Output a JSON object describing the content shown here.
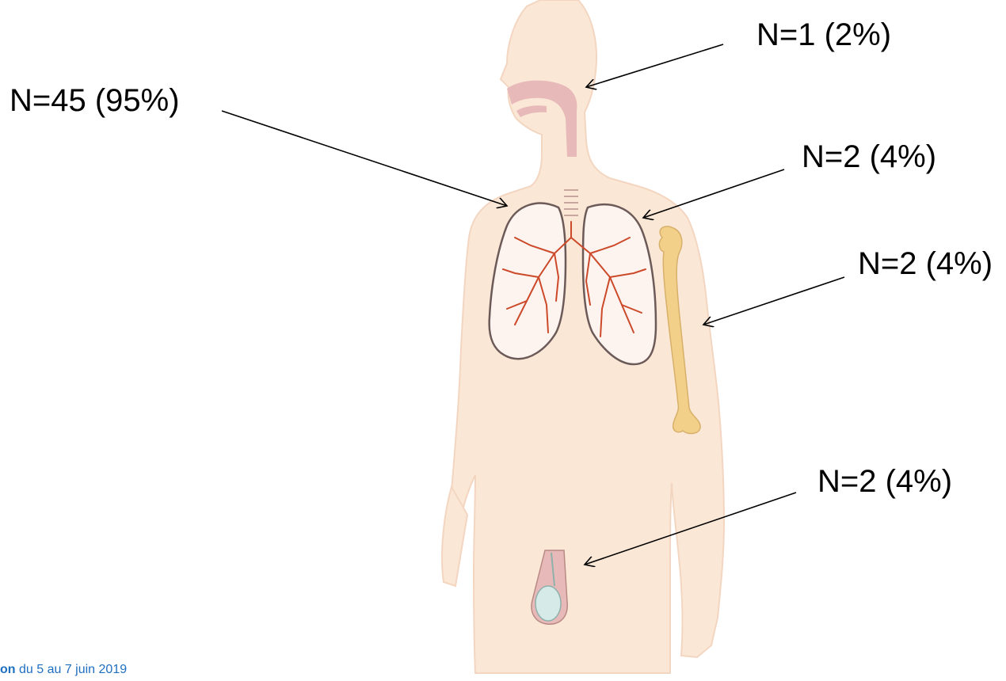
{
  "annotations": [
    {
      "id": "upper-airway",
      "text": "N=1 (2%)"
    },
    {
      "id": "lung",
      "text": "N=45 (95%)"
    },
    {
      "id": "pleura",
      "text": "N=2 (4%)"
    },
    {
      "id": "bone",
      "text": "N=2 (4%)"
    },
    {
      "id": "genital",
      "text": "N=2 (4%)"
    }
  ],
  "footer": {
    "bold": "on",
    "rest": " du 5 au 7 juin 2019"
  },
  "colors": {
    "skin": "#fbe7d6",
    "skin_edge": "#f3d6c1",
    "airway": "#e7b9b9",
    "lung_fill": "#fdf3ef",
    "lung_outline": "#6b5a58",
    "bronchi": "#cc4a2a",
    "bone": "#f2d08a",
    "arrow": "#000000",
    "footer": "#1f6fc1"
  }
}
